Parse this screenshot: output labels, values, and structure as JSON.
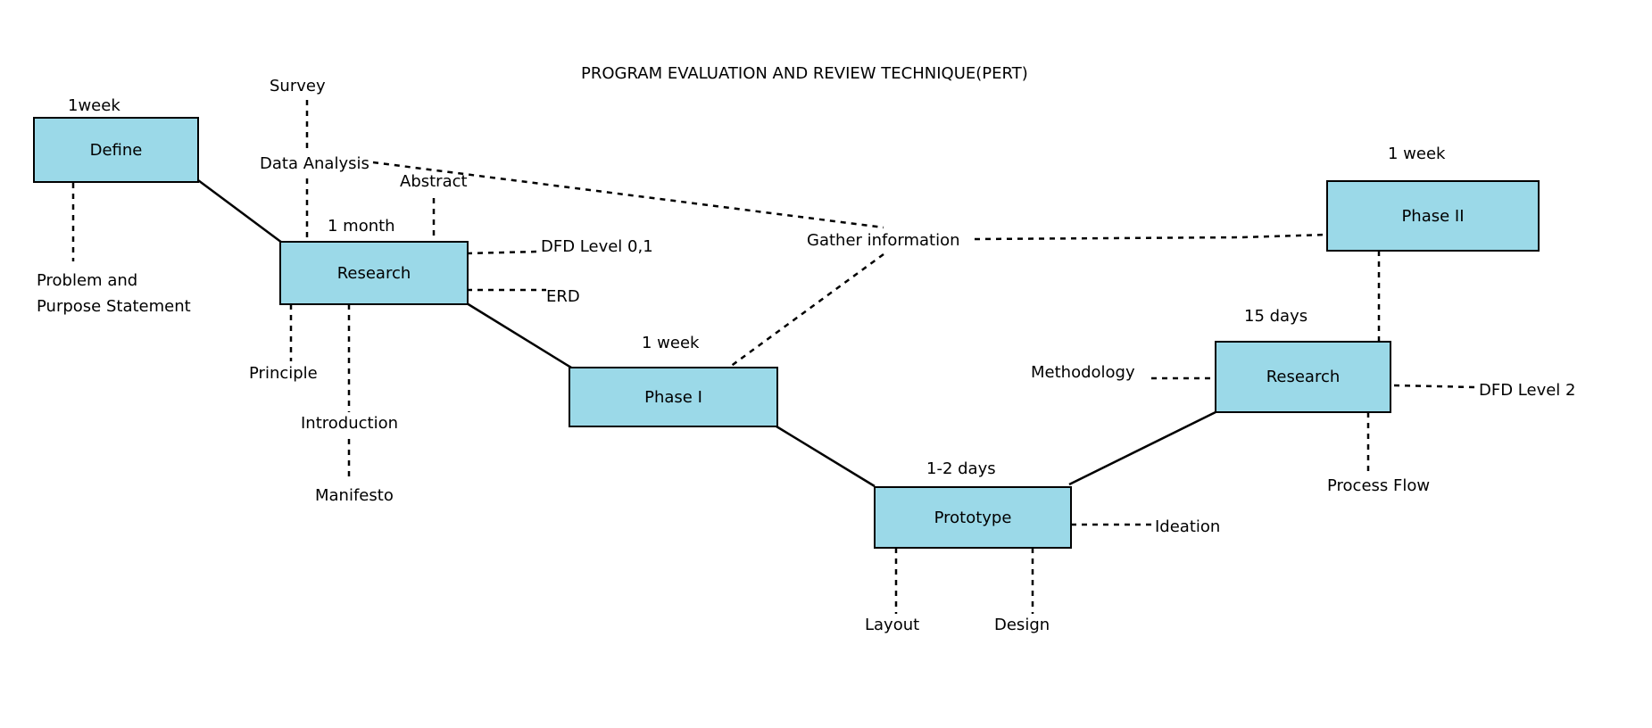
{
  "title": "PROGRAM EVALUATION AND REVIEW TECHNIQUE(PERT)",
  "nodes": {
    "define": {
      "label": "Define",
      "duration": "1week"
    },
    "research1": {
      "label": "Research",
      "duration": "1 month"
    },
    "phase1": {
      "label": "Phase I",
      "duration": "1  week"
    },
    "prototype": {
      "label": "Prototype",
      "duration": "1-2 days"
    },
    "research2": {
      "label": "Research",
      "duration": "15 days"
    },
    "phase2": {
      "label": "Phase II",
      "duration": "1 week"
    }
  },
  "annotations": {
    "problem1": "Problem and",
    "problem2": "Purpose Statement",
    "survey": "Survey",
    "data_analysis": "Data Analysis",
    "abstract": "Abstract",
    "dfd01": "DFD Level 0,1",
    "erd": "ERD",
    "principle": "Principle",
    "introduction": "Introduction",
    "manifesto": "Manifesto",
    "gather": "Gather information",
    "methodology": "Methodology",
    "dfd2": "DFD Level 2",
    "process_flow": "Process Flow",
    "ideation": "Ideation",
    "layout": "Layout",
    "design": "Design"
  },
  "colors": {
    "box_fill": "#9bd9e8",
    "line": "#000000"
  }
}
